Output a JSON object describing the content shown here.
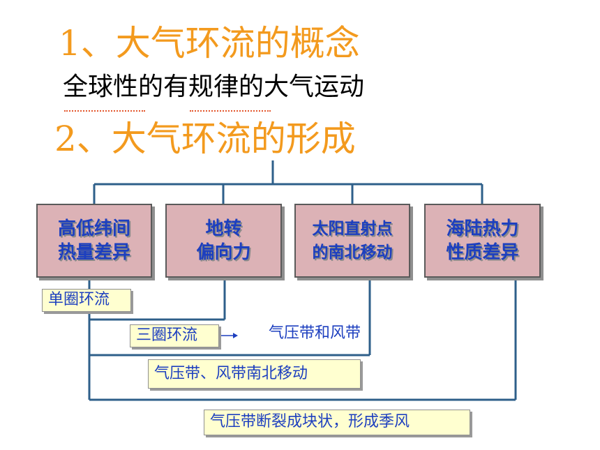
{
  "heading_1": "1、大气环流的概念",
  "subtitle": "全球性的有规律的大气运动",
  "heading_2": "2、大气环流的形成",
  "factors": [
    {
      "label": "高低纬间\n热量差异"
    },
    {
      "label": "地转\n偏向力"
    },
    {
      "label": "太阳直射点\n的南北移动"
    },
    {
      "label": "海陆热力\n性质差异"
    }
  ],
  "results": [
    {
      "label": "单圈环流"
    },
    {
      "label": "三圈环流"
    },
    {
      "label": "气压带、风带南北移动"
    },
    {
      "label": "气压带断裂成块状，形成季风"
    }
  ],
  "result_note": "气压带和风带",
  "colors": {
    "heading": "#f39a1e",
    "box_fill": "#dcb2b6",
    "result_fill": "#ffffd0",
    "text_blue": "#1d3fbf",
    "connector": "#2e5f8a"
  }
}
